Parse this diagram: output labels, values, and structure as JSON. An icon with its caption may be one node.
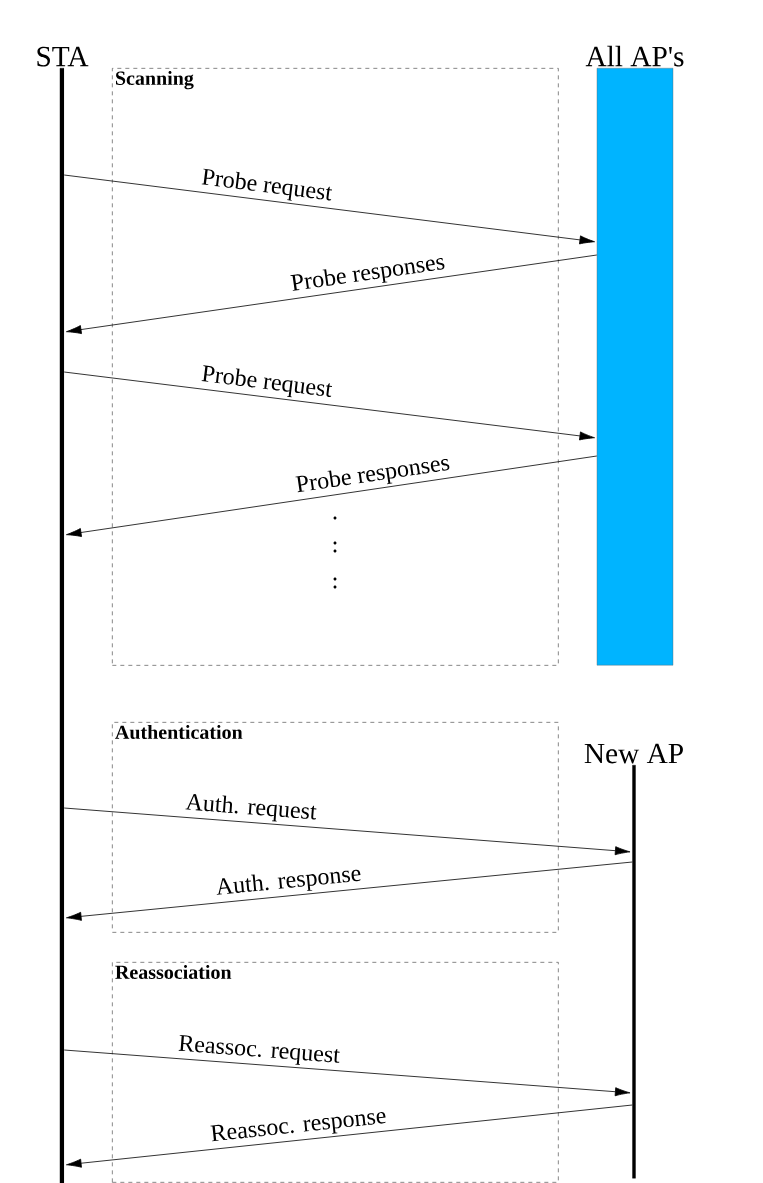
{
  "diagram": {
    "nodes": [
      {
        "text": [
          "STA"
        ]
      },
      {
        "text": [
          "All AP's"
        ]
      },
      {
        "text": [
          "New AP"
        ]
      }
    ],
    "edges": [
      {
        "from": 0,
        "to": 1,
        "arrow": "to",
        "label": "Probe request"
      },
      {
        "from": 1,
        "to": 0,
        "arrow": "to",
        "label": "Probe responses"
      },
      {
        "from": 0,
        "to": 1,
        "arrow": "to",
        "label": "Probe request"
      },
      {
        "from": 1,
        "to": 0,
        "arrow": "to",
        "label": "Probe responses"
      },
      {
        "from": 0,
        "to": 2,
        "arrow": "to",
        "label": "Auth. request"
      },
      {
        "from": 2,
        "to": 0,
        "arrow": "to",
        "label": "Auth. response"
      },
      {
        "from": 0,
        "to": 2,
        "arrow": "to",
        "label": "Reassoc. request"
      },
      {
        "from": 2,
        "to": 0,
        "arrow": "to",
        "label": "Reassoc. response"
      }
    ],
    "labels": [
      "Scanning",
      "Authentication",
      "Reassociation"
    ]
  }
}
